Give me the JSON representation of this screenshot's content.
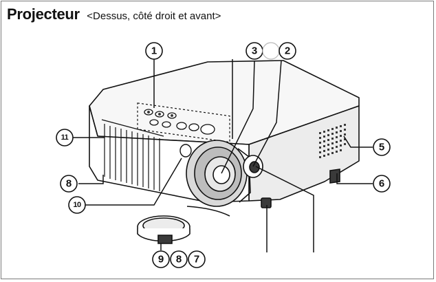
{
  "title": {
    "main": "Projecteur",
    "sub": "<Dessus, côté droit et avant>"
  },
  "callouts": {
    "c1": "1",
    "c2": "2",
    "c3": "3",
    "c5": "5",
    "c6": "6",
    "c8_left": "8",
    "c10": "10",
    "c11": "11",
    "c9": "9",
    "c8_bottom": "8",
    "c7": "7"
  },
  "colors": {
    "line": "#111111",
    "body_fill": "#ffffff",
    "shade": "#d9d9d9",
    "dark": "#3a3a3a"
  }
}
